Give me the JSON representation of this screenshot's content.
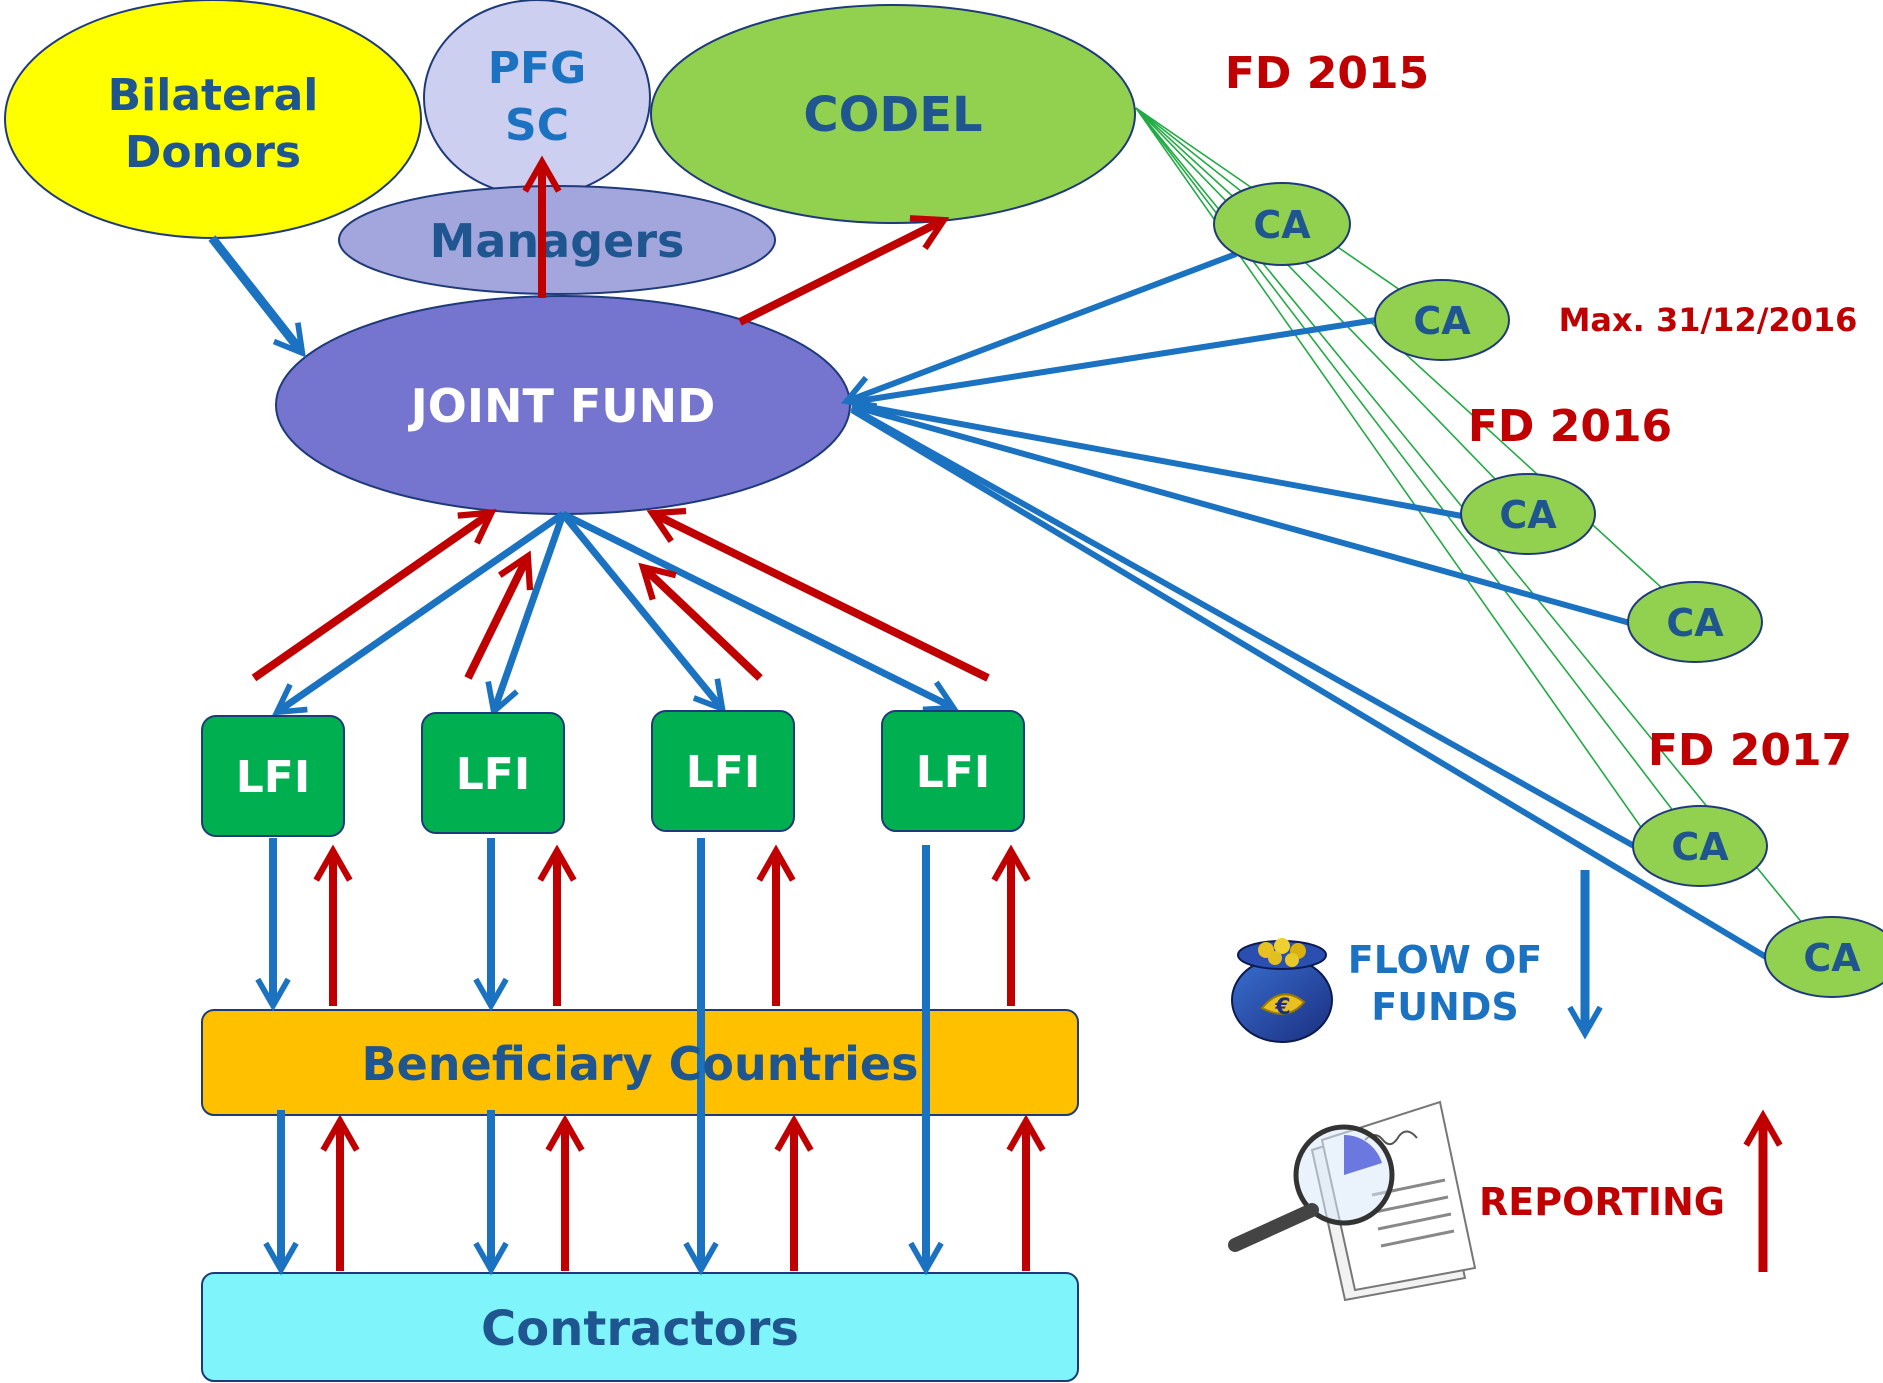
{
  "colors": {
    "flow_blue": "#1a72c1",
    "report_red": "#c00000",
    "node_text_blue": "#1f5690",
    "year_red": "#c00000",
    "bilateral_fill": "#ffff00",
    "pfgsc_fill": "#cccff0",
    "managers_fill": "#a3a6dc",
    "codel_fill": "#92d050",
    "joint_fund_fill": "#7575d0",
    "ca_fill": "#92d050",
    "lfi_fill": "#00b050",
    "beneficiary_fill": "#ffc000",
    "contractors_fill": "#7ff5fb",
    "connector_green": "#22aa44"
  },
  "nodes": {
    "bilateral_donors": [
      "Bilateral",
      "Donors"
    ],
    "pfg_sc": [
      "PFG",
      "SC"
    ],
    "managers": "Managers",
    "codel": "CODEL",
    "joint_fund": "JOINT FUND",
    "lfi": [
      "LFI",
      "LFI",
      "LFI",
      "LFI"
    ],
    "beneficiary_countries": "Beneficiary Countries",
    "contractors": "Contractors",
    "ca": [
      "CA",
      "CA",
      "CA",
      "CA",
      "CA",
      "CA"
    ]
  },
  "labels": {
    "fd_2015": "FD 2015",
    "max_date": "Max. 31/12/2016",
    "fd_2016": "FD 2016",
    "fd_2017": "FD 2017"
  },
  "legend": {
    "flow_of_funds": [
      "FLOW OF",
      "FUNDS"
    ],
    "flow_icon": "money-bag-icon",
    "reporting": "REPORTING",
    "reporting_icon": "magnifier-document-icon"
  }
}
